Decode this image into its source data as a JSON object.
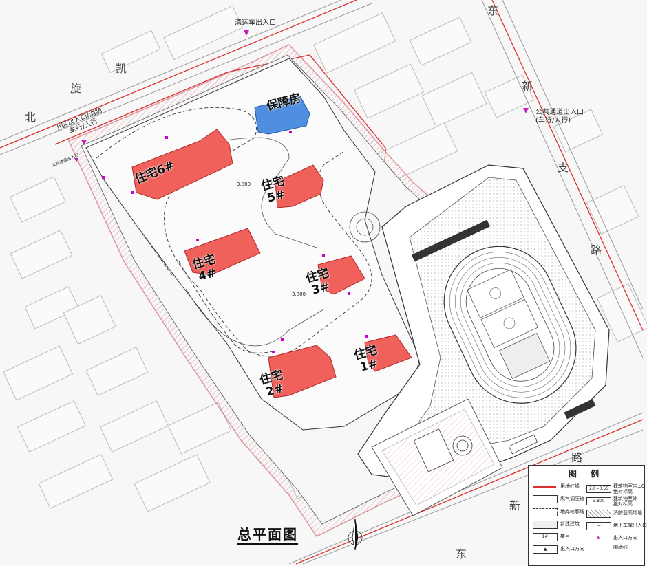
{
  "title": "总平面图",
  "roads": {
    "north_name": [
      "北",
      "旋",
      "凯"
    ],
    "east_name": [
      "东",
      "新",
      "支",
      "路"
    ],
    "south_name": [
      "新",
      "东",
      "路"
    ]
  },
  "buildings": [
    {
      "id": "b6",
      "line1": "住宅6#",
      "line2": ""
    },
    {
      "id": "b5",
      "line1": "住宅",
      "line2": "5#"
    },
    {
      "id": "b4",
      "line1": "住宅",
      "line2": "4#"
    },
    {
      "id": "b3",
      "line1": "住宅",
      "line2": "3#"
    },
    {
      "id": "b2",
      "line1": "住宅",
      "line2": "2#"
    },
    {
      "id": "b1",
      "line1": "住宅",
      "line2": "1#"
    },
    {
      "id": "bz",
      "line1": "保障房",
      "line2": ""
    }
  ],
  "entrances": {
    "north": "清运车出入口",
    "west_line1": "小区次入口/消防",
    "west_line2": "车行/人行",
    "east_line1": "公共通道出入口",
    "east_line2": "(车行/人行)",
    "west_small": "公共通道出入口"
  },
  "elevations": [
    "3.800",
    "3.800"
  ],
  "legend": {
    "title": "图 例",
    "items_left": [
      "用地红线",
      "燃气调压箱",
      "地库轮廓线",
      "新建建筑",
      "楼号",
      "出入口方向"
    ],
    "items_right": [
      "建筑物室内±0",
      "绝对标高",
      "建筑物室外",
      "绝对标高",
      "消防登高场地",
      "地下车库出入口",
      "出入口方向",
      "围墙线"
    ],
    "sym_elev1": "2.0~3.55",
    "sym_elev2": "3.800",
    "sym_no": "1#"
  },
  "colors": {
    "residential": "#f0615b",
    "residential_edge": "#b02a2a",
    "affordable": "#4f8fe0",
    "red_line": "#d9312f"
  }
}
